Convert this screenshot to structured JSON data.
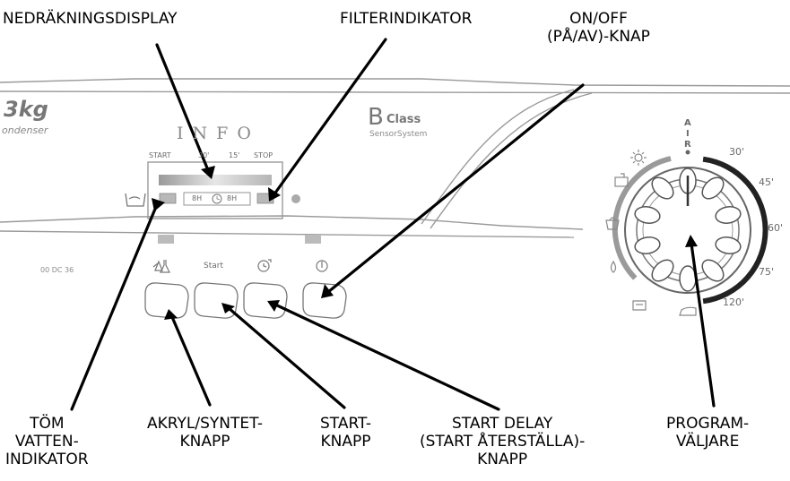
{
  "callouts": {
    "countdown_display": "NEDRÄKNINGSDISPLAY",
    "filter_indicator": "FILTERINDIKATOR",
    "on_off_button": "ON/OFF\n(PÅ/AV)-KNAP",
    "drain_water_indicator": "TÖM\nVATTEN-\nINDIKATOR",
    "acrylic_synthetic_button": "AKRYL/SYNTET-\nKNAPP",
    "start_button": "START-\nKNAPP",
    "start_delay_button": "START DELAY\n(START ÅTERSTÄLLA)-\nKNAPP",
    "program_selector": "PROGRAM-\nVÄLJARE"
  },
  "panel": {
    "model_capacity": "3kg",
    "model_type": "ondenser",
    "info_label": "INFO",
    "brand_letter": "B",
    "brand_class": "Class",
    "brand_system": "SensorSystem",
    "code": "00 DC 36",
    "display_labels": [
      "START",
      "30'",
      "15'",
      "STOP"
    ],
    "timer_labels": [
      "8H",
      "8H"
    ],
    "start_button_label": "Start"
  },
  "dial": {
    "air_letters": [
      "A",
      "I",
      "R"
    ],
    "time_labels": [
      "30'",
      "45'",
      "60'",
      "75'",
      "120'"
    ]
  }
}
